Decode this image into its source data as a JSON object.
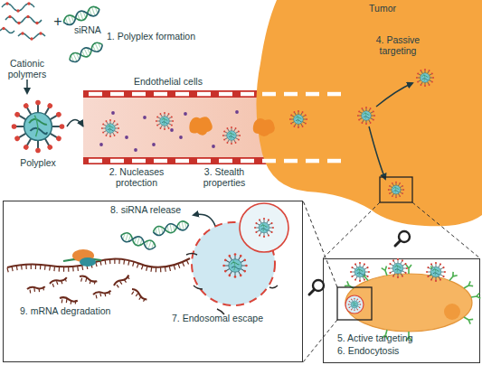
{
  "diagram": {
    "nodes": [
      {
        "text": [
          "Polyplex"
        ]
      },
      {
        "text": [
          "Endothelial cells",
          "2. Nucleases protection",
          "3. Stealth properties"
        ]
      },
      {
        "text": [
          "Tumor",
          "4. Passive targeting"
        ]
      },
      {
        "text": [
          "8. siRNA release",
          "9. mRNA degradation",
          "7. Endosomal escape"
        ]
      },
      {
        "text": [
          "5. Active targeting",
          "6. Endocytosis"
        ]
      }
    ],
    "edges": [
      {
        "from": 0,
        "to": 1,
        "arrow": "to"
      }
    ],
    "labels": [
      "1. Polyplex formation",
      "Cationic polymers",
      "+",
      "siRNA"
    ]
  }
}
